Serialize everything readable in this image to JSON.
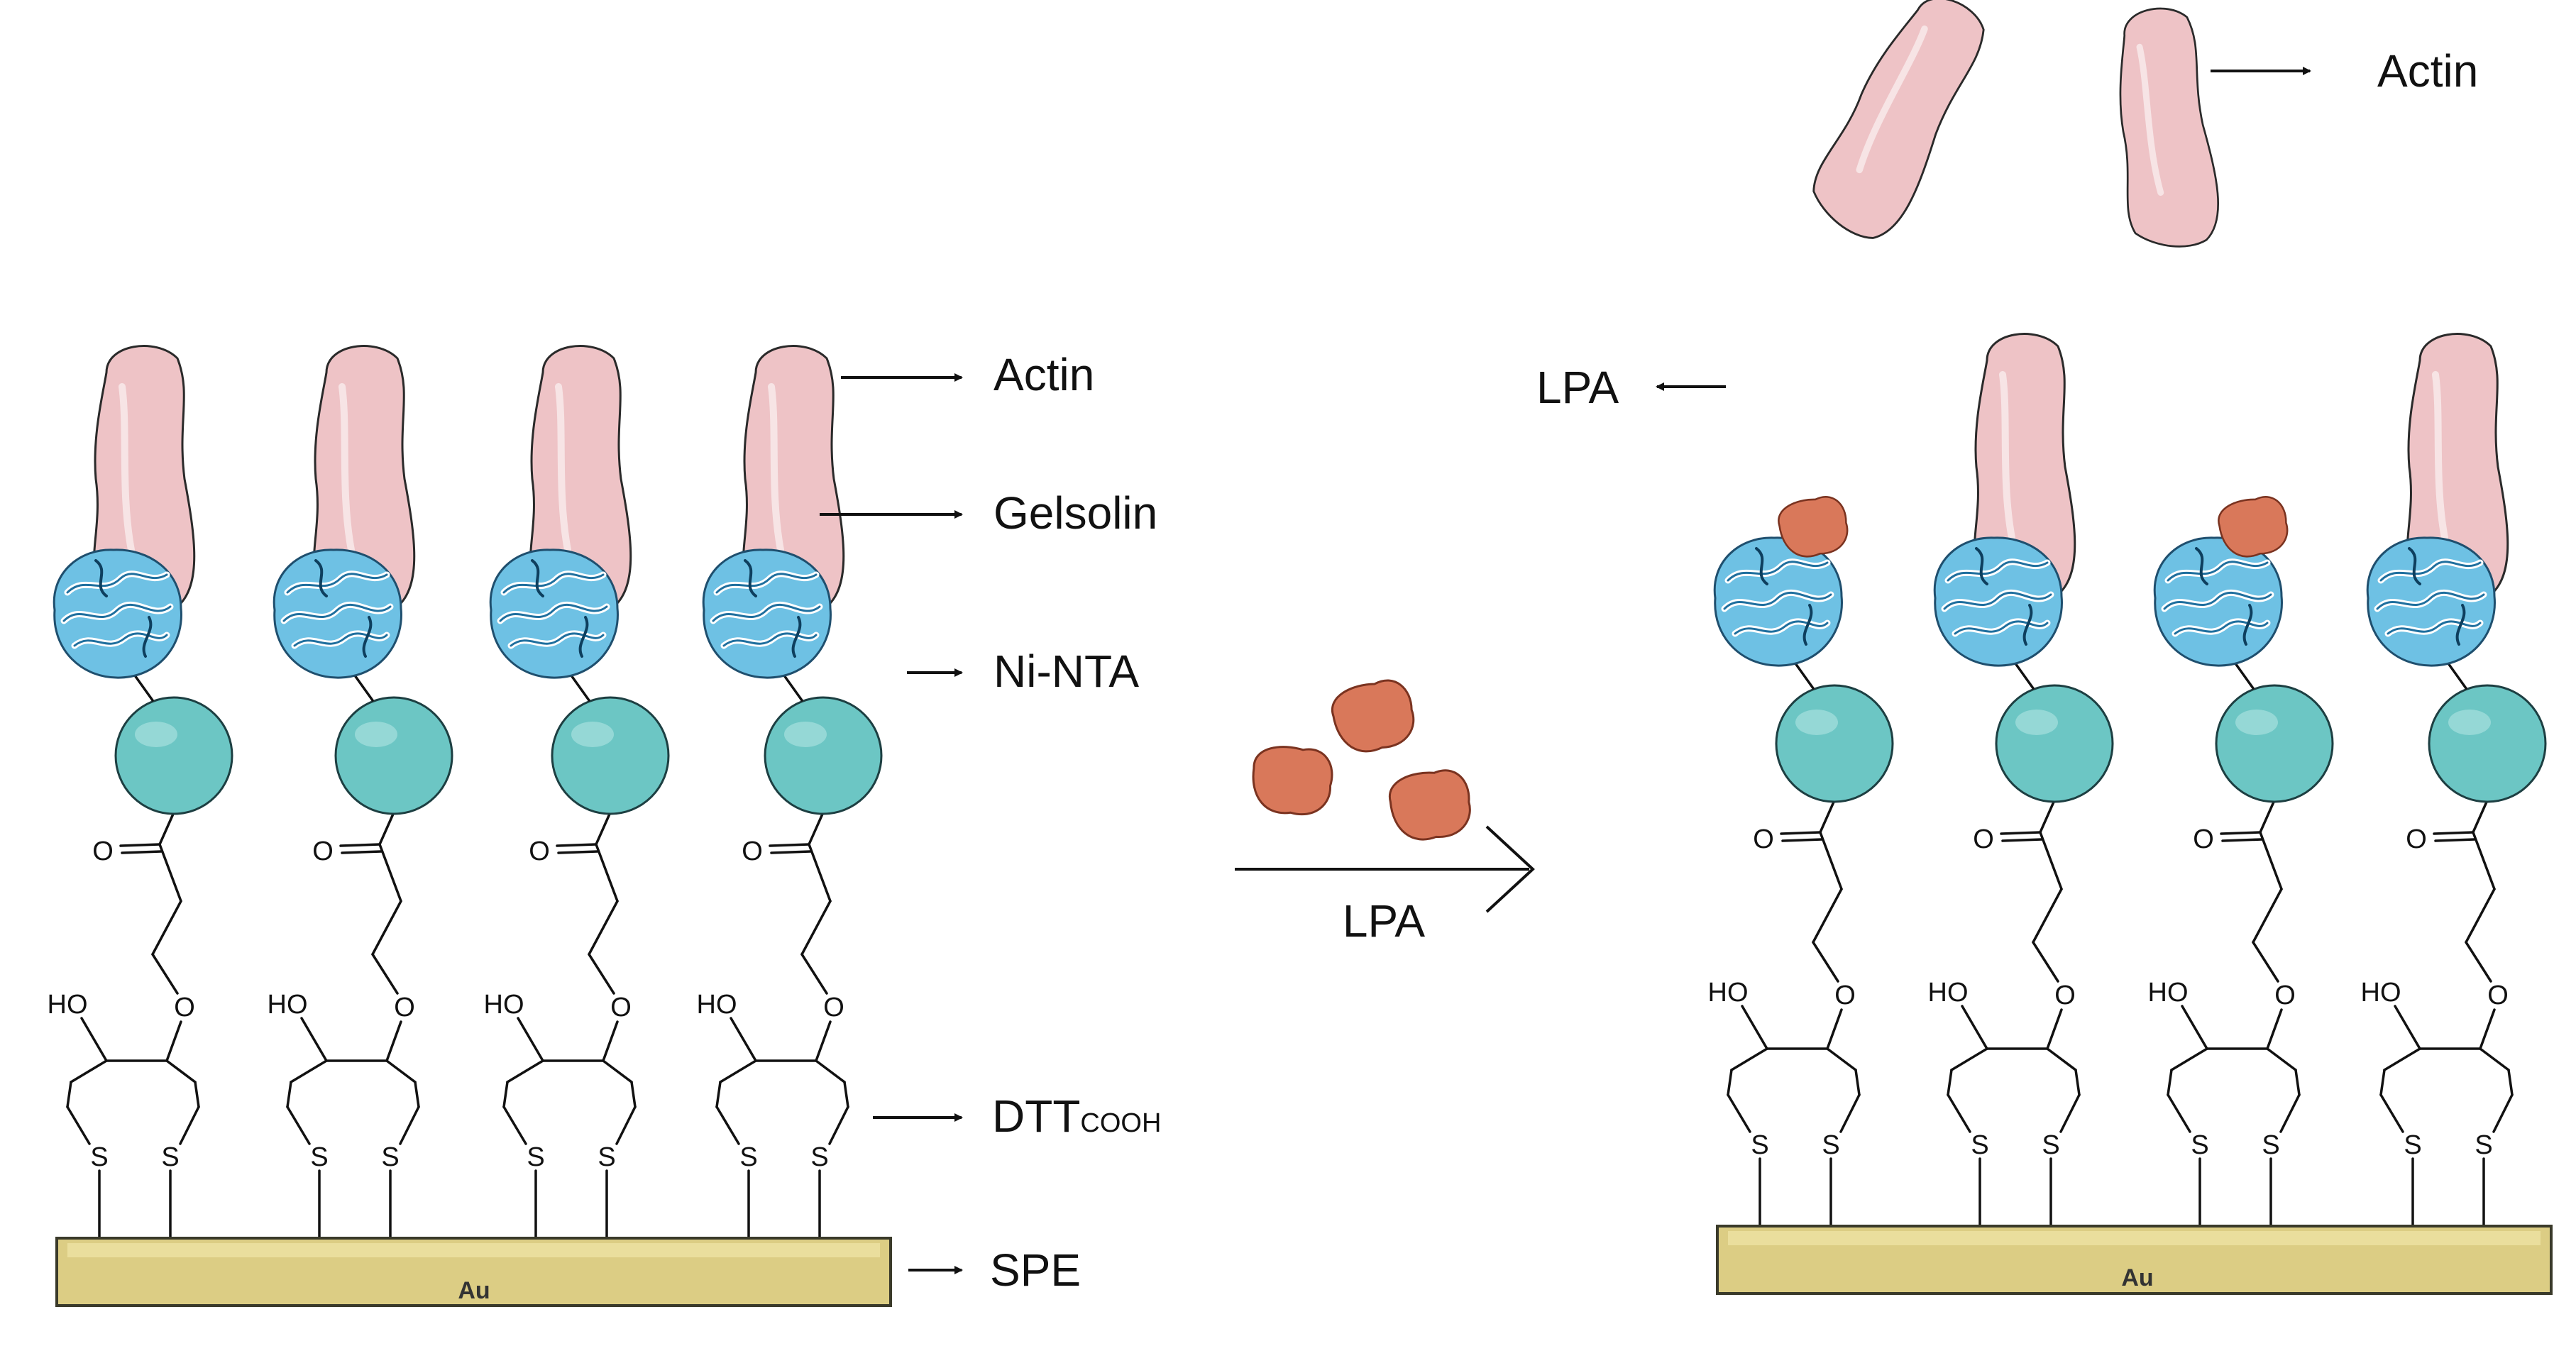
{
  "labels": {
    "actin": "Actin",
    "gelsolin": "Gelsolin",
    "ni_nta": "Ni-NTA",
    "dtt_main": "DTT",
    "dtt_sub": "COOH",
    "spe": "SPE",
    "lpa_arrow": "LPA",
    "lpa_bound": "LPA",
    "actin_released": "Actin",
    "au": "Au"
  },
  "atoms": {
    "ho": "HO",
    "o": "O",
    "s": "S"
  },
  "colors": {
    "actin_fill": "#eec3c6",
    "actin_stroke": "#2a2a2a",
    "gelsolin_fill": "#6ec1e4",
    "gelsolin_dark": "#1f6f9e",
    "ni_nta_fill": "#6cc6c4",
    "ni_nta_stroke": "#1d5f62",
    "lpa_fill": "#d9785a",
    "lpa_stroke": "#7a3320",
    "electrode_fill": "#dccd84",
    "electrode_stroke": "#3a3a2a",
    "line": "#111111"
  },
  "icons": {
    "actin": "actin-filament-icon",
    "gelsolin": "gelsolin-protein-icon",
    "ni_nta": "ni-nta-sphere-icon",
    "lpa": "lpa-molecule-icon"
  }
}
